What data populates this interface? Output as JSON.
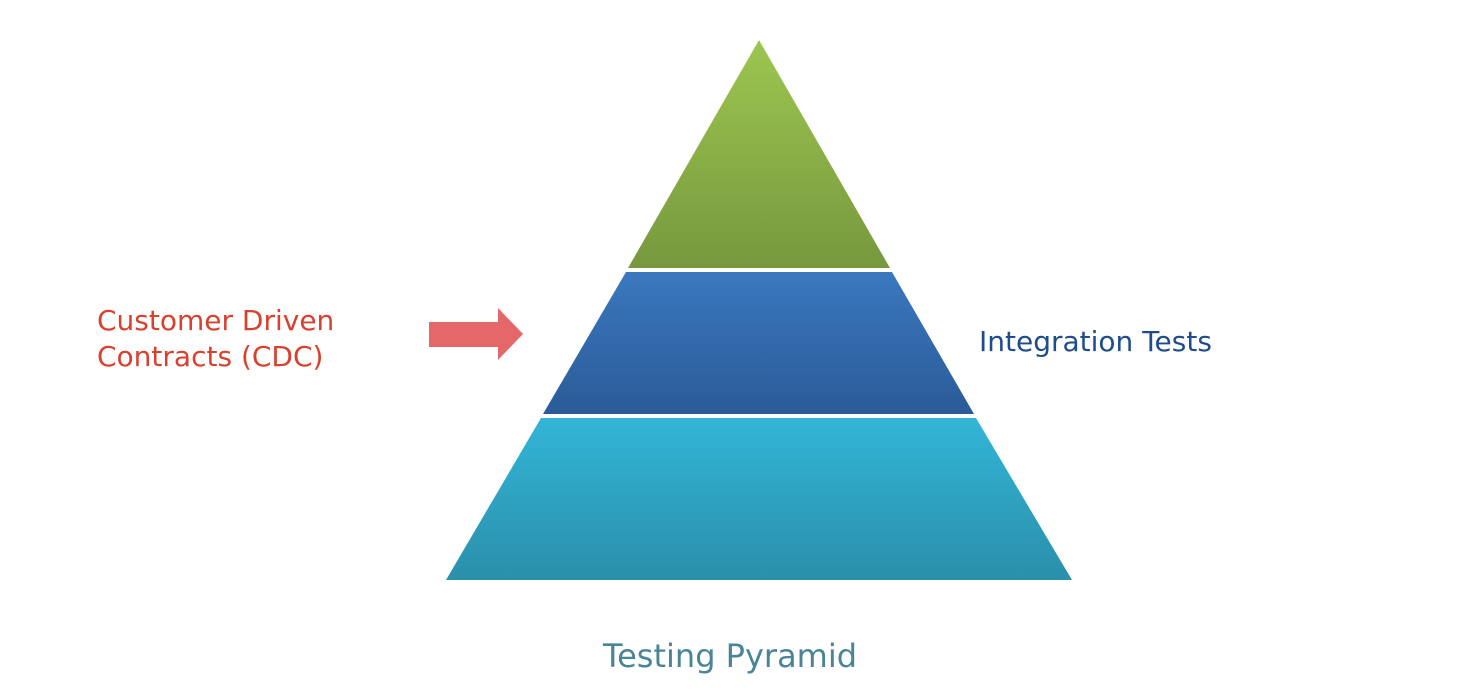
{
  "diagram": {
    "title": "Testing Pyramid",
    "left_label_line1": "Customer Driven",
    "left_label_line2": "Contracts (CDC)",
    "right_label": "Integration Tests",
    "colors": {
      "top": "#8cb34a",
      "middle": "#2f67ad",
      "bottom": "#2fa9c9",
      "arrow": "#e4676a",
      "cdc_text": "#d9412f",
      "integration_text": "#1f4c8a",
      "title_text": "#4a8497"
    }
  }
}
